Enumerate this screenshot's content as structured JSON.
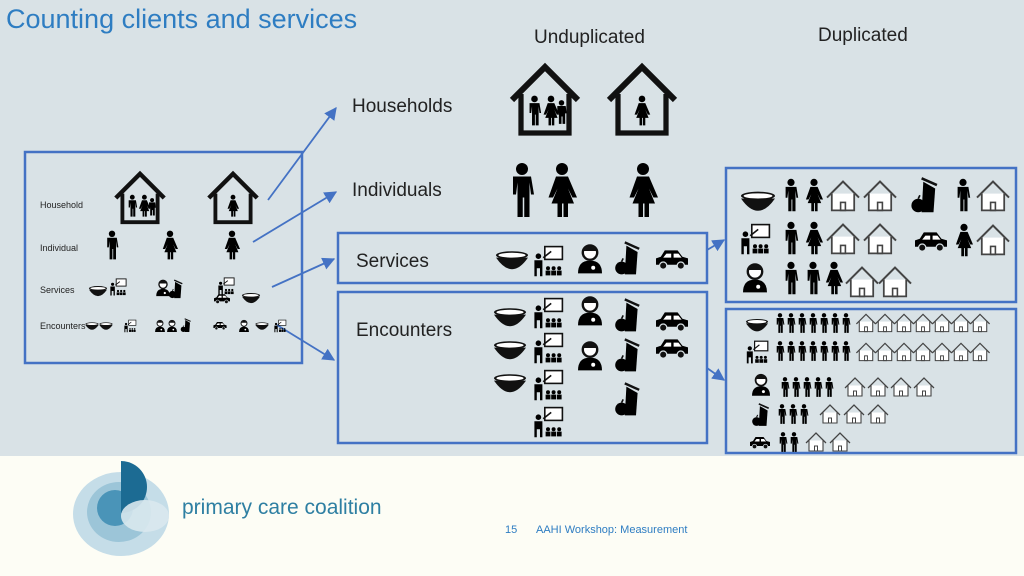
{
  "slide": {
    "title": "Counting clients and services",
    "col_unduplicated": "Unduplicated",
    "col_duplicated": "Duplicated",
    "labels": {
      "households": "Households",
      "individuals": "Individuals",
      "services": "Services",
      "encounters": "Encounters"
    },
    "inset_labels": {
      "household": "Household",
      "individual": "Individual",
      "services": "Services",
      "encounters": "Encounters"
    }
  },
  "footer": {
    "page_number": "15",
    "workshop": "AAHI Workshop: Measurement",
    "brand": "primary care coalition"
  },
  "colors": {
    "title": "#2e7dc2",
    "box_border": "#4472c4",
    "slide_bg": "#d9e2e6",
    "footer_bg": "#fdfdf5"
  }
}
